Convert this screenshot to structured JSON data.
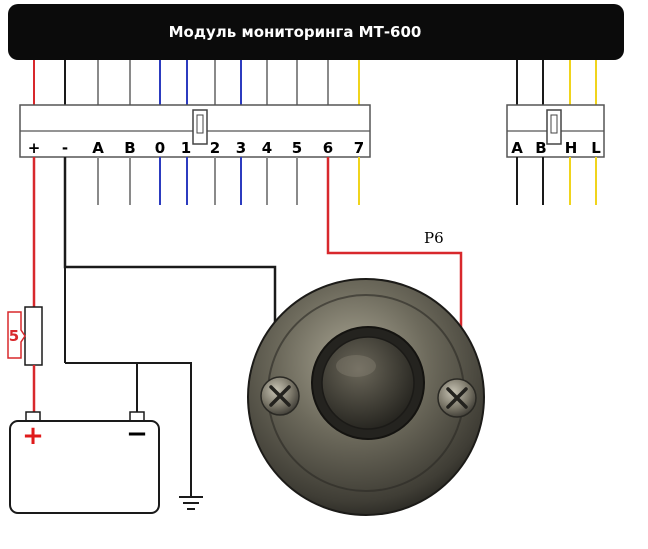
{
  "module": {
    "title": "Модуль мониторинга МТ-600"
  },
  "left_connector": {
    "pins": [
      "+",
      "-",
      "A",
      "B",
      "0",
      "1",
      "2",
      "3",
      "4",
      "5",
      "6",
      "7"
    ]
  },
  "right_connector": {
    "pins": [
      "A",
      "B",
      "H",
      "L"
    ]
  },
  "signal": {
    "label": "P6"
  },
  "fuse": {
    "label": "5"
  },
  "battery": {
    "plus": "+",
    "minus": "−"
  },
  "colors": {
    "module_body": "#0b0b0b",
    "wire_red": "#d8282c",
    "wire_black": "#1a1a1a",
    "wire_gray": "#8a8a8a",
    "wire_blue": "#2c3bbf",
    "wire_yellow": "#f0d41c",
    "button_metal": "#5d5a4f"
  }
}
